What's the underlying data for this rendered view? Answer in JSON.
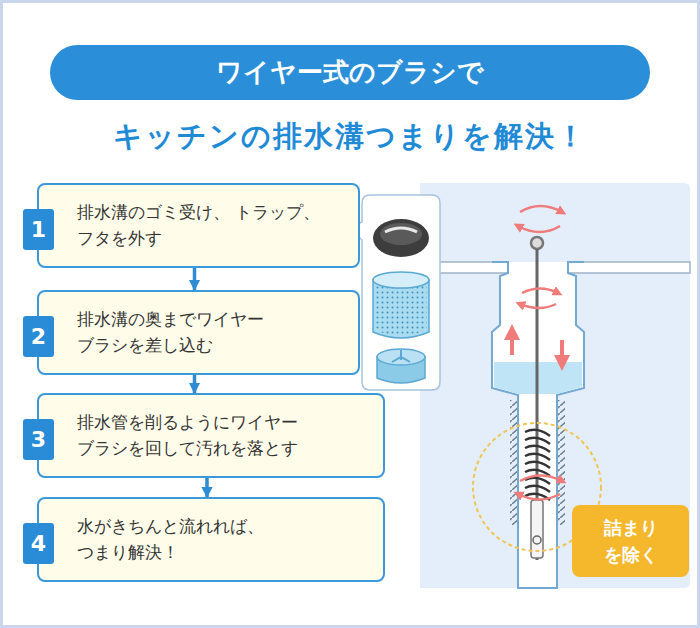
{
  "diagram": {
    "title": "キッチンの排水溝つまりを解決！",
    "nodes": [
      {
        "text": [
          "ワイヤー式のブラシで"
        ]
      },
      {
        "text": [
          "排水溝のゴミ受け、 トラップ、フタを外す"
        ]
      },
      {
        "text": [
          "1"
        ],
        "in": 1
      },
      {
        "text": [
          "排水溝の奥までワイヤー ブラシを差し込む"
        ]
      },
      {
        "text": [
          "2"
        ],
        "in": 3
      },
      {
        "text": [
          "排水管を削るようにワイヤー ブラシを回して汚れを落とす"
        ]
      },
      {
        "text": [
          "3"
        ],
        "in": 5
      },
      {
        "text": [
          "水がきちんと流れれば、 つまり解決！"
        ]
      },
      {
        "text": [
          "4"
        ],
        "in": 7
      },
      {
        "text": [
          "詰まり を除く"
        ]
      }
    ],
    "edges": [
      {
        "from": 1,
        "to": 3,
        "arrow": "to"
      },
      {
        "from": 3,
        "to": 5,
        "arrow": "to"
      },
      {
        "from": 5,
        "to": 7,
        "arrow": "to"
      }
    ]
  }
}
